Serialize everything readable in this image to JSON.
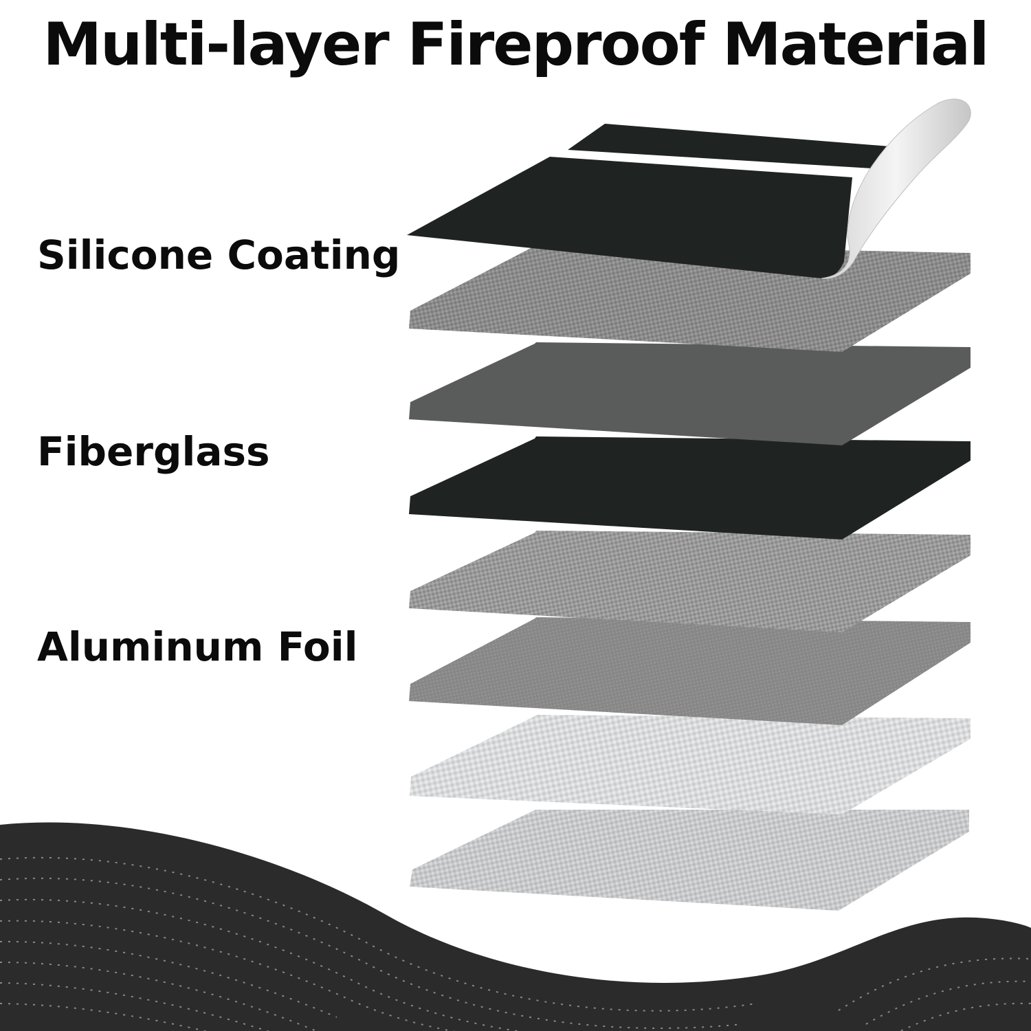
{
  "title": "Multi-layer Fireproof Material",
  "labels": {
    "silicone": "Silicone Coating",
    "fiberglass": "Fiberglass",
    "foil": "Aluminum Foil"
  },
  "colors": {
    "text": "#0b0b0b",
    "background": "#ffffff",
    "wave": "#2b2b2b",
    "silicone_layer": "#1f2321",
    "fiberglass_light": "#8a8a8a",
    "fiberglass_dark": "#5a5c5b",
    "foil": "#d8dadb"
  }
}
